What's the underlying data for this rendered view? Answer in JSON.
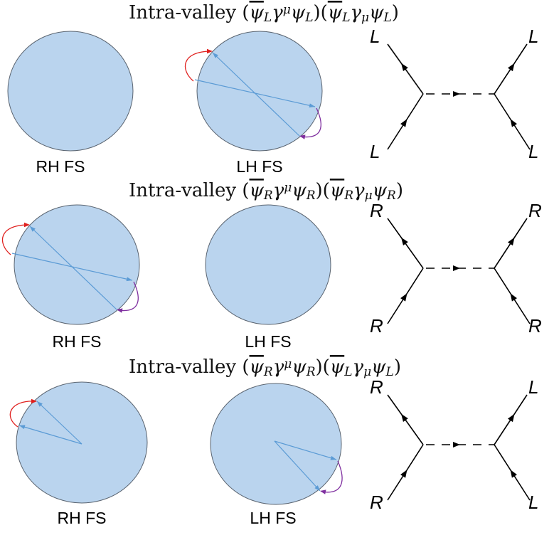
{
  "colors": {
    "fermi_surface_fill": "#bad4ee",
    "momentum_vector": "#5b9bd5",
    "hop_upper": "#e0201e",
    "hop_lower": "#7f2f9f",
    "propagator": "#000000"
  },
  "icons": {
    "fermion_arrow": "filled triangular arrowhead",
    "momentum_arrow": "small triangular arrowhead"
  },
  "panels": [
    {
      "title": {
        "prefix": "Intra-valley ",
        "bilinear_1": {
          "field": "ψ",
          "sub": "L",
          "gamma_index": "μ",
          "index_position": "upper",
          "field2_sub": "L"
        },
        "bilinear_2": {
          "field": "ψ",
          "sub": "L",
          "gamma_index": "μ",
          "index_position": "lower",
          "field2_sub": "L"
        }
      },
      "fermi_surfaces": [
        {
          "label": "RH FS",
          "has_scattering": false
        },
        {
          "label": "LH FS",
          "has_scattering": true,
          "scattering": "cross-diameter"
        }
      ],
      "diagram": {
        "top_left": "L",
        "bottom_left": "L",
        "top_right": "L",
        "bottom_right": "L"
      }
    },
    {
      "title": {
        "prefix": "Intra-valley ",
        "bilinear_1": {
          "field": "ψ",
          "sub": "R",
          "gamma_index": "μ",
          "index_position": "upper",
          "field2_sub": "R"
        },
        "bilinear_2": {
          "field": "ψ",
          "sub": "R",
          "gamma_index": "μ",
          "index_position": "lower",
          "field2_sub": "R"
        }
      },
      "fermi_surfaces": [
        {
          "label": "RH FS",
          "has_scattering": true,
          "scattering": "cross-diameter"
        },
        {
          "label": "LH FS",
          "has_scattering": false
        }
      ],
      "diagram": {
        "top_left": "R",
        "bottom_left": "R",
        "top_right": "R",
        "bottom_right": "R"
      }
    },
    {
      "title": {
        "prefix": "Intra-valley ",
        "bilinear_1": {
          "field": "ψ",
          "sub": "R",
          "gamma_index": "μ",
          "index_position": "upper",
          "field2_sub": "R"
        },
        "bilinear_2": {
          "field": "ψ",
          "sub": "L",
          "gamma_index": "μ",
          "index_position": "lower",
          "field2_sub": "L"
        }
      },
      "fermi_surfaces": [
        {
          "label": "RH FS",
          "has_scattering": true,
          "scattering": "radial-upper-left"
        },
        {
          "label": "LH FS",
          "has_scattering": true,
          "scattering": "radial-lower-right"
        }
      ],
      "diagram": {
        "top_left": "R",
        "bottom_left": "R",
        "top_right": "L",
        "bottom_right": "L"
      }
    }
  ]
}
